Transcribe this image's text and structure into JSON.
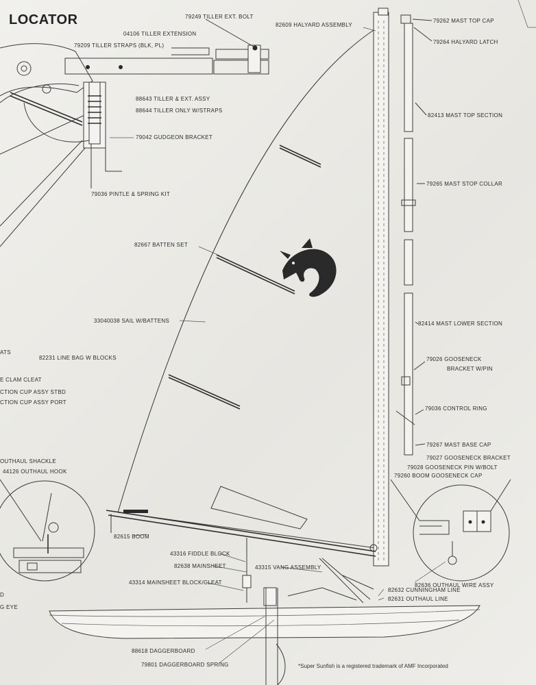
{
  "title": "LOCATOR",
  "footnote": "*Super Sunfish is a registered trademark of AMF Incorporated",
  "labels": {
    "tiller_ext_bolt": "79249 TILLER EXT. BOLT",
    "tiller_extension": "04106 TILLER EXTENSION",
    "tiller_straps": "79209 TILLER STRAPS (BLK, PL)",
    "tiller_ext_assy": "88643 TILLER & EXT. ASSY",
    "tiller_only": "88644 TILLER ONLY W/STRAPS",
    "gudgeon_bracket": "79042 GUDGEON BRACKET",
    "pintle_spring": "79036 PINTLE & SPRING KIT",
    "halyard_assembly": "82609 HALYARD ASSEMBLY",
    "mast_top_cap": "79262 MAST TOP CAP",
    "halyard_latch": "79264 HALYARD LATCH",
    "mast_top_section": "82413 MAST TOP SECTION",
    "mast_stop_collar": "79265 MAST STOP COLLAR",
    "batten_set": "82667 BATTEN SET",
    "sail_battens": "33040038 SAIL W/BATTENS",
    "mast_lower_section": "82414 MAST LOWER SECTION",
    "line_bag": "82231 LINE BAG W BLOCKS",
    "gooseneck_bracket_pin_1": "79026 GOOSENECK",
    "gooseneck_bracket_pin_2": "BRACKET W/PIN",
    "control_ring": "79036 CONTROL RING",
    "left_ats": "ATS",
    "left_clam_cleat": "E CLAM CLEAT",
    "left_cup_stbd": "CTION CUP ASSY STBD",
    "left_cup_port": "CTION CUP ASSY PORT",
    "outhaul_shackle": "OUTHAUL SHACKLE",
    "outhaul_hook": "44126 OUTHAUL HOOK",
    "left_d": "D",
    "left_eye": "G EYE",
    "mast_base_cap": "79267 MAST BASE CAP",
    "gooseneck_bracket": "79027 GOOSENECK BRACKET",
    "gooseneck_pin_bolt": "79028 GOOSENECK PIN W/BOLT",
    "boom_gooseneck_cap": "79260 BOOM GOOSENECK CAP",
    "boom": "82615 BOOM",
    "fiddle_block": "43316 FIDDLE BLOCK",
    "mainsheet": "82638 MAINSHEET",
    "vang_assembly": "43315 VANG ASSEMBLY",
    "mainsheet_block_cleat": "43314 MAINSHEET BLOCK/CLEAT",
    "outhaul_wire": "82636 OUTHAUL WIRE ASSY",
    "cunningham_line": "82632 CUNNINGHAM LINE",
    "outhaul_line": "82631 OUTHAUL LINE",
    "daggerboard": "88618 DAGGERBOARD",
    "daggerboard_spring": "79801 DAGGERBOARD SPRING"
  }
}
